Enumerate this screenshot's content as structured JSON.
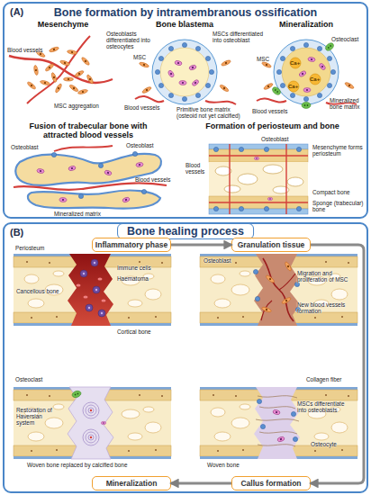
{
  "diagram": {
    "nodes": [
      {
        "text": [
          "(A)",
          "Bone formation by intramembranous ossification"
        ]
      },
      {
        "text": [
          "(B)",
          "Bone healing process"
        ]
      },
      {
        "text": [
          "Inflammatory phase"
        ],
        "in": 1
      },
      {
        "text": [
          "Granulation tissue"
        ],
        "in": 1
      },
      {
        "text": [
          "Mineralization"
        ],
        "in": 1
      },
      {
        "text": [
          "Callus formation"
        ],
        "in": 1
      }
    ],
    "edges": [
      {
        "from": 2,
        "to": 3,
        "arrow": "to"
      },
      {
        "from": 3,
        "to": 5,
        "arrow": "to"
      },
      {
        "from": 5,
        "to": 4,
        "arrow": "to"
      }
    ],
    "labels": [
      "Mesenchyme",
      "Bone blastema",
      "Mineralization",
      "Blood vessels",
      "MSC aggregation",
      "Osteoblasts differentiated into osteocytes",
      "MSCs differentiated into osteoblast",
      "MSC",
      "Blood vessels",
      "Primitive bone matrix (osteoid not yet calcified)",
      "Osteoclast",
      "MSC",
      "Blood vessels",
      "Ca+",
      "Ca+",
      "Ca+",
      "Mineralized bone matrix",
      "Fusion of trabecular bone with attracted blood vessels",
      "Formation of periosteum and bone",
      "Osteoblast",
      "Osteoblast",
      "Blood vessels",
      "Mineralized matrix",
      "Osteoblast",
      "Blood vessels",
      "Mesenchyme forms periosteum",
      "Compact bone",
      "Sponge (trabecular) bone",
      "Periosteum",
      "Immune cells",
      "Haematoma",
      "Cancellous bone",
      "Cortical bone",
      "Osteoblast",
      "Migration and proliferation of MSC",
      "New blood vessels formation",
      "Osteoclast",
      "Restoration of Haversian system",
      "Woven bone replaced by calcified bone",
      "Collagen fiber",
      "MSCs differentiate into osteoblasts",
      "Osteocyte",
      "Woven bone"
    ]
  }
}
